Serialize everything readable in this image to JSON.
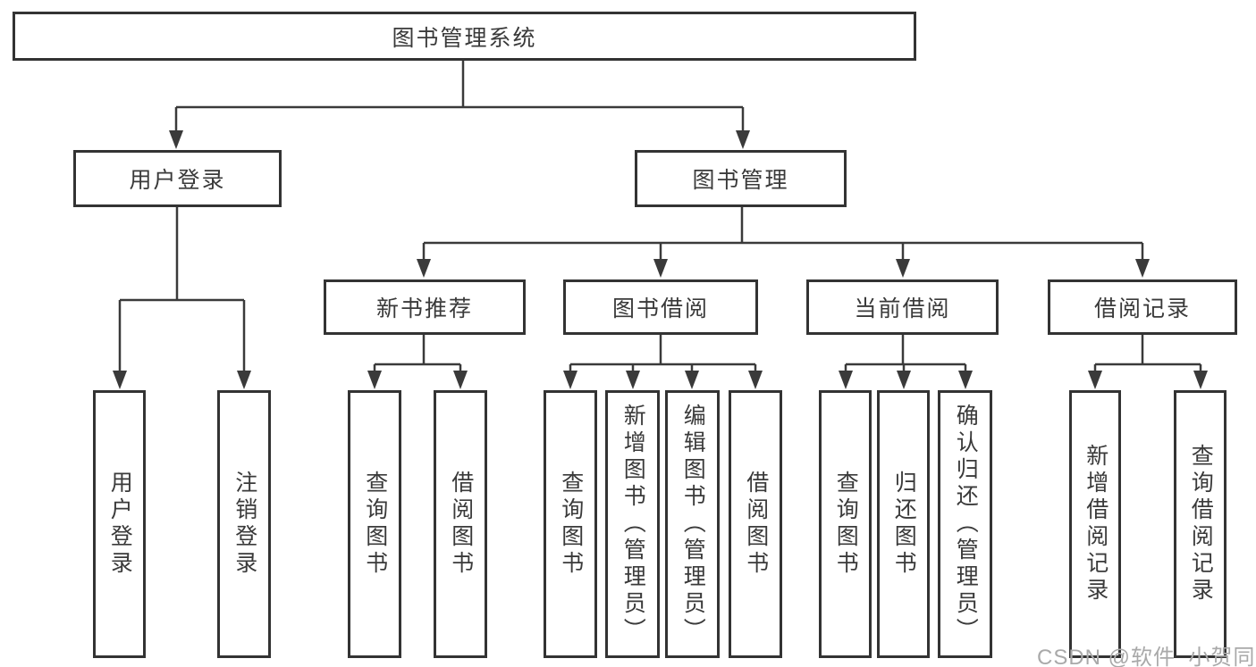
{
  "diagram_title": "图书管理系统",
  "watermark": {
    "text": "CSDN @软件_小贺同学"
  },
  "colors": {
    "line": "#3a3a3a",
    "box_border": "#333333",
    "box_text": "#3a3a3a",
    "background": "#ffffff",
    "watermark_text": "#a9a9a9"
  },
  "tree": {
    "label": "图书管理系统",
    "children": [
      {
        "label": "用户登录",
        "children": [
          {
            "label": "用户登录"
          },
          {
            "label": "注销登录"
          }
        ]
      },
      {
        "label": "图书管理",
        "children": [
          {
            "label": "新书推荐",
            "children": [
              {
                "label": "查询图书"
              },
              {
                "label": "借阅图书"
              }
            ]
          },
          {
            "label": "图书借阅",
            "children": [
              {
                "label": "查询图书"
              },
              {
                "label": "新增图书（管理员）"
              },
              {
                "label": "编辑图书（管理员）"
              },
              {
                "label": "借阅图书"
              }
            ]
          },
          {
            "label": "当前借阅",
            "children": [
              {
                "label": "查询图书"
              },
              {
                "label": "归还图书"
              },
              {
                "label": "确认归还（管理员）"
              }
            ]
          },
          {
            "label": "借阅记录",
            "children": [
              {
                "label": "新增借阅记录"
              },
              {
                "label": "查询借阅记录"
              }
            ]
          }
        ]
      }
    ]
  }
}
